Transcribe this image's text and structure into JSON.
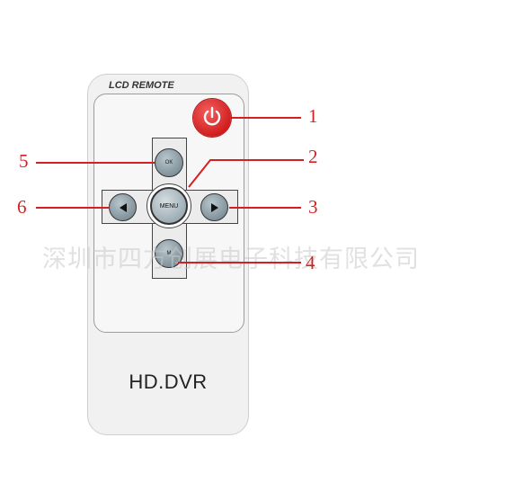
{
  "remote": {
    "title": "LCD REMOTE",
    "model": "HD.DVR",
    "buttons": {
      "ok_label": "OK",
      "menu_label": "MENU",
      "down_label": "M"
    }
  },
  "callouts": [
    "1",
    "2",
    "3",
    "4",
    "5",
    "6"
  ],
  "watermark": "深圳市四方创展电子科技有限公司",
  "colors": {
    "callout": "#d42020",
    "power": "#d11e1e",
    "button": "#8fa0a8"
  }
}
